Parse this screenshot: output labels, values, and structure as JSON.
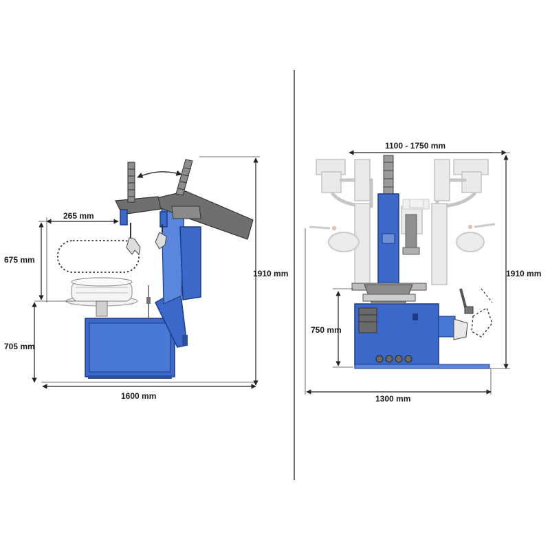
{
  "side_view": {
    "dimensions": {
      "arm_reach": "265 mm",
      "wheel_lift": "675 mm",
      "table_height": "705 mm",
      "overall_height": "1910 mm",
      "overall_length": "1600 mm"
    }
  },
  "front_view": {
    "dimensions": {
      "arm_span": "1100 - 1750 mm",
      "overall_height": "1910 mm",
      "table_height": "750 mm",
      "overall_width": "1300 mm"
    }
  },
  "colors": {
    "machine_body": "#3b68c9",
    "machine_outline": "#1c3b86",
    "arm": "#6f6f6f",
    "ghost_parts": "#e9e9e9",
    "dimension_lines": "#222222"
  }
}
